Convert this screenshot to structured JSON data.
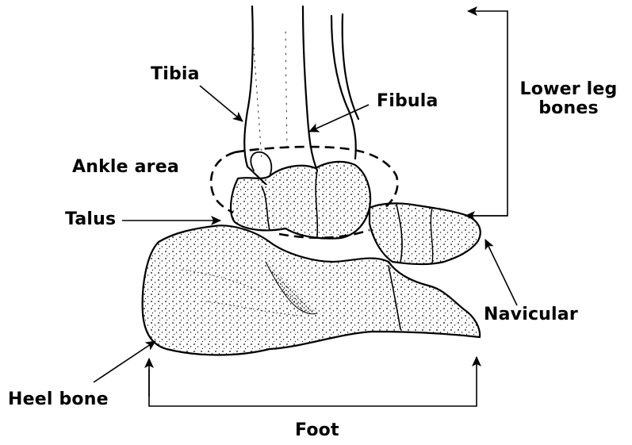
{
  "labels": {
    "tibia": "Tibia",
    "fibula": "Fibula",
    "lower_leg_line1": "Lower leg",
    "lower_leg_line2": "bones",
    "ankle_area": "Ankle area",
    "talus": "Talus",
    "navicular": "Navicular",
    "heel_bone": "Heel bone",
    "foot": "Foot"
  },
  "colors": {
    "ink": "#000000",
    "background": "#ffffff"
  }
}
